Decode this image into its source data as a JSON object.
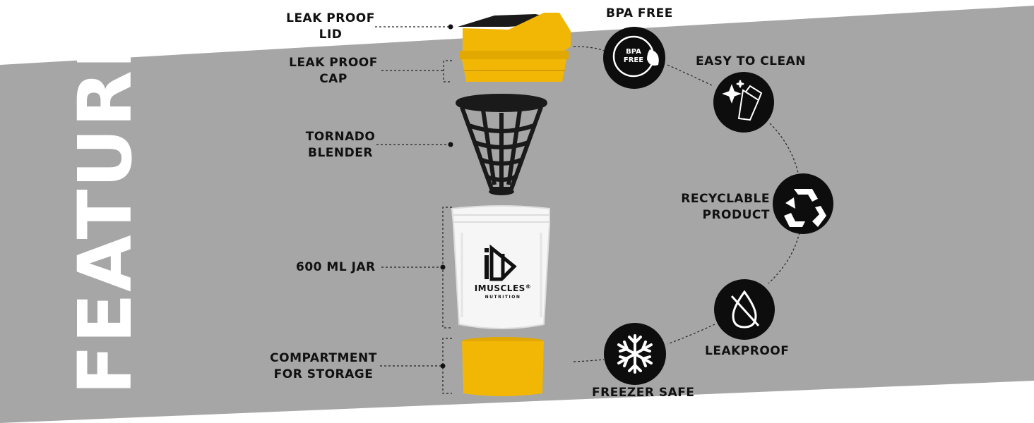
{
  "title": "FEATURES",
  "parts": {
    "lid": "LEAK PROOF\nLID",
    "cap": "LEAK PROOF\nCAP",
    "blender": "TORNADO\nBLENDER",
    "jar": "600 ML JAR",
    "storage": "COMPARTMENT\nFOR STORAGE"
  },
  "features": {
    "bpa_free": "BPA FREE",
    "bpa_badge": "BPA\nFREE",
    "easy_clean": "EASY TO CLEAN",
    "recyclable": "RECYCLABLE\nPRODUCT",
    "leakproof": "LEAKPROOF",
    "freezer_safe": "FREEZER SAFE"
  },
  "brand": {
    "name": "IMUSCLES",
    "registered": "®",
    "sub": "NUTRITION"
  },
  "colors": {
    "background": "#ffffff",
    "band": "#a6a6a6",
    "accent_yellow": "#f2b705",
    "icon_circle": "#0d0d0d"
  },
  "icons": [
    "bpa-free-icon",
    "shaker-sparkle-icon",
    "recycle-icon",
    "no-drop-icon",
    "snowflake-icon"
  ]
}
